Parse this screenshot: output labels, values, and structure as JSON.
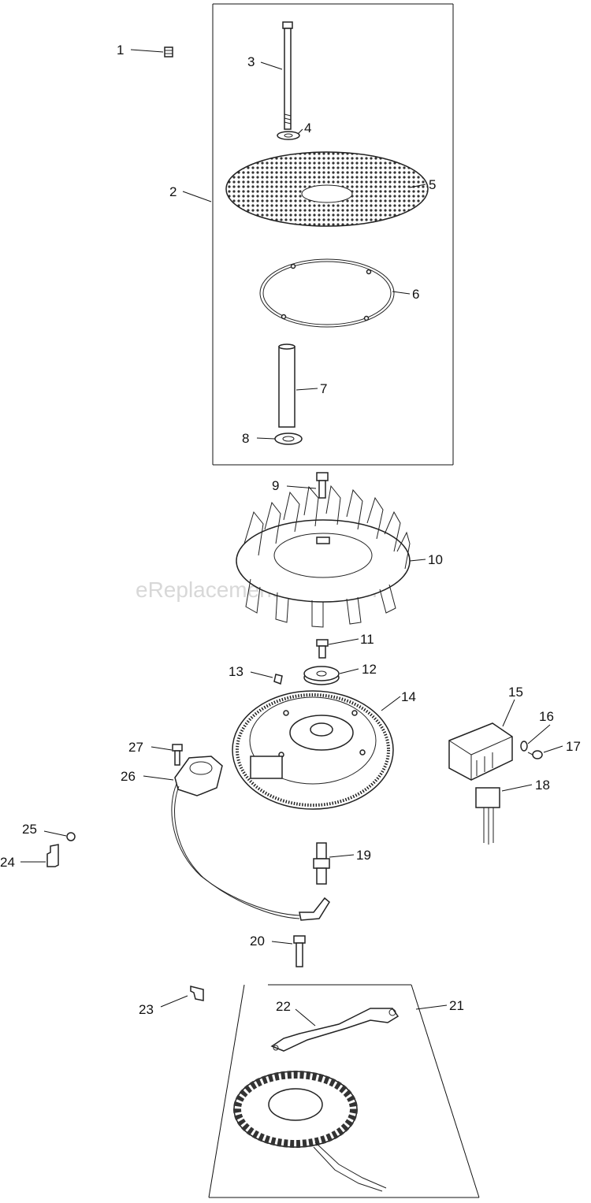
{
  "watermark": "eReplacementParts.com",
  "callouts": [
    {
      "id": "1",
      "label": "1"
    },
    {
      "id": "2",
      "label": "2"
    },
    {
      "id": "3",
      "label": "3"
    },
    {
      "id": "4",
      "label": "4"
    },
    {
      "id": "5",
      "label": "5"
    },
    {
      "id": "6",
      "label": "6"
    },
    {
      "id": "7",
      "label": "7"
    },
    {
      "id": "8",
      "label": "8"
    },
    {
      "id": "9",
      "label": "9"
    },
    {
      "id": "10",
      "label": "10"
    },
    {
      "id": "11",
      "label": "11"
    },
    {
      "id": "12",
      "label": "12"
    },
    {
      "id": "13",
      "label": "13"
    },
    {
      "id": "14",
      "label": "14"
    },
    {
      "id": "15",
      "label": "15"
    },
    {
      "id": "16",
      "label": "16"
    },
    {
      "id": "17",
      "label": "17"
    },
    {
      "id": "18",
      "label": "18"
    },
    {
      "id": "19",
      "label": "19"
    },
    {
      "id": "20",
      "label": "20"
    },
    {
      "id": "21",
      "label": "21"
    },
    {
      "id": "22",
      "label": "22"
    },
    {
      "id": "23",
      "label": "23"
    },
    {
      "id": "24",
      "label": "24"
    },
    {
      "id": "25",
      "label": "25"
    },
    {
      "id": "26",
      "label": "26"
    },
    {
      "id": "27",
      "label": "27"
    }
  ],
  "parts": [
    {
      "callout": "1",
      "icon": "nut-icon"
    },
    {
      "callout": "2",
      "icon": "group-bracket"
    },
    {
      "callout": "3",
      "icon": "stud-bolt-icon"
    },
    {
      "callout": "4",
      "icon": "washer-icon"
    },
    {
      "callout": "5",
      "icon": "debris-screen-icon"
    },
    {
      "callout": "6",
      "icon": "retainer-ring-icon"
    },
    {
      "callout": "7",
      "icon": "spacer-tube-icon"
    },
    {
      "callout": "8",
      "icon": "washer-icon"
    },
    {
      "callout": "9",
      "icon": "bolt-icon"
    },
    {
      "callout": "10",
      "icon": "fan-icon"
    },
    {
      "callout": "11",
      "icon": "bolt-icon"
    },
    {
      "callout": "12",
      "icon": "washer-icon"
    },
    {
      "callout": "13",
      "icon": "key-icon"
    },
    {
      "callout": "14",
      "icon": "flywheel-icon"
    },
    {
      "callout": "15",
      "icon": "regulator-icon"
    },
    {
      "callout": "16",
      "icon": "washer-icon"
    },
    {
      "callout": "17",
      "icon": "screw-icon"
    },
    {
      "callout": "18",
      "icon": "rectifier-icon"
    },
    {
      "callout": "19",
      "icon": "spark-plug-icon"
    },
    {
      "callout": "20",
      "icon": "screw-icon"
    },
    {
      "callout": "21",
      "icon": "stator-group-bracket"
    },
    {
      "callout": "22",
      "icon": "lead-bracket-icon"
    },
    {
      "callout": "23",
      "icon": "clip-icon"
    },
    {
      "callout": "24",
      "icon": "bracket-icon"
    },
    {
      "callout": "25",
      "icon": "nut-icon"
    },
    {
      "callout": "26",
      "icon": "ignition-module-icon"
    },
    {
      "callout": "27",
      "icon": "screw-icon"
    }
  ]
}
